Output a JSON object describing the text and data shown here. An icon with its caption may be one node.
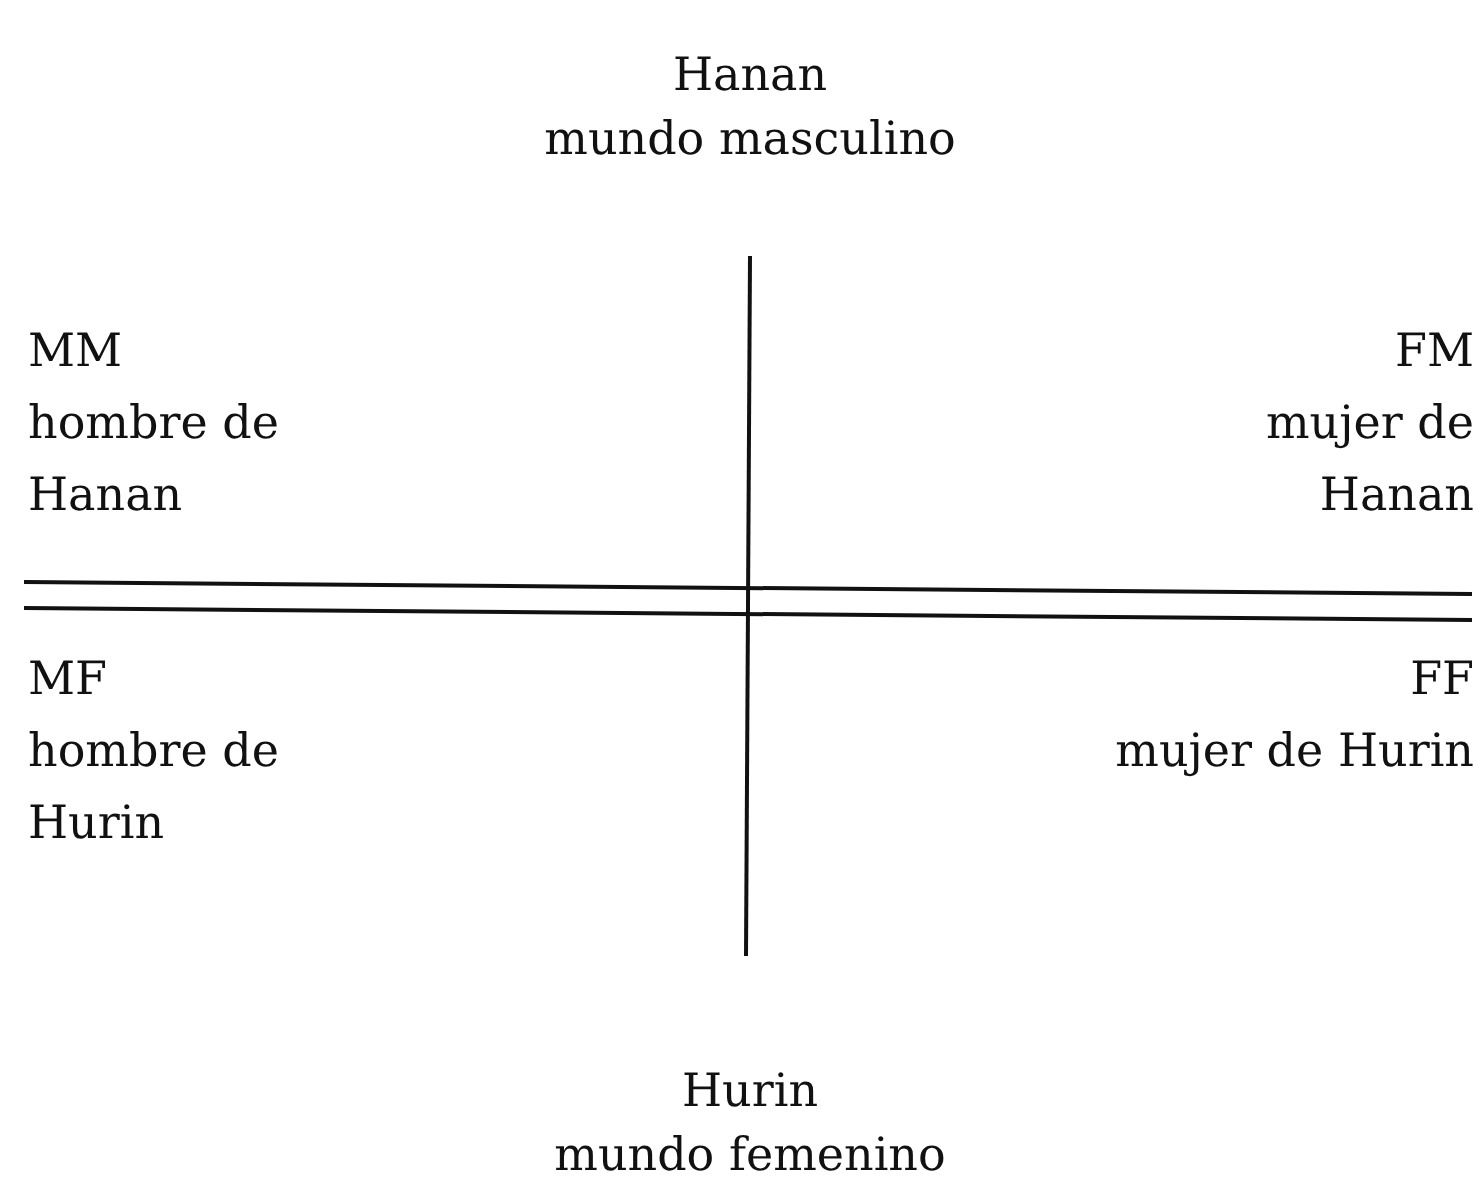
{
  "diagram": {
    "labels": [
      "Hanan",
      "mundo masculino",
      "MM",
      "hombre de Hanan",
      "FM",
      "mujer de Hanan",
      "MF",
      "hombre de Hurin",
      "FF",
      "mujer de Hurin",
      "Hurin",
      "mundo femenino"
    ]
  }
}
